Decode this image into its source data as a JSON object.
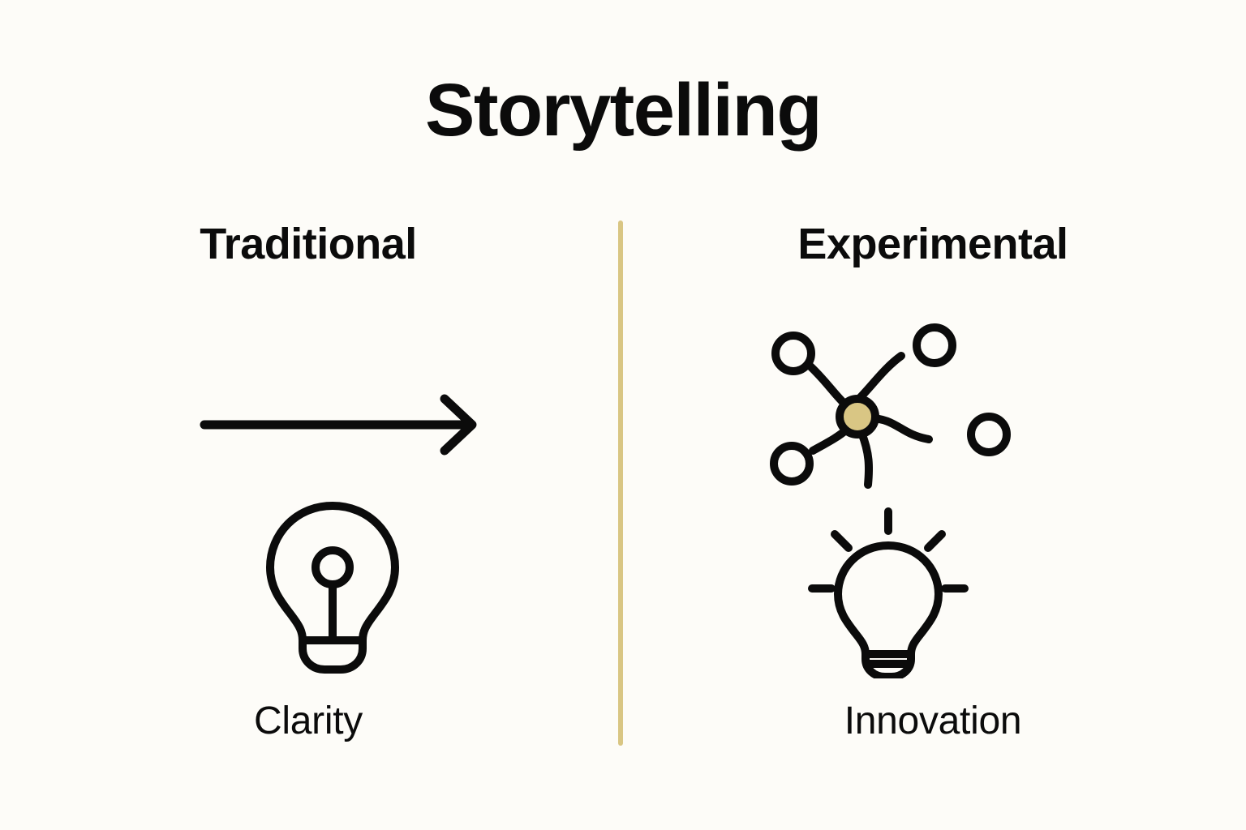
{
  "slide": {
    "title": "Storytelling",
    "background_color": "#FDFCF8",
    "text_color": "#0B0B0B",
    "accent_color": "#D9C684"
  },
  "divider": {
    "orientation": "vertical",
    "color": "#D9C684"
  },
  "columns": [
    {
      "id": "traditional",
      "heading": "Traditional",
      "caption": "Clarity",
      "icons": [
        {
          "name": "arrow-right-icon",
          "description": "straight horizontal arrow pointing right"
        },
        {
          "name": "lightbulb-icon",
          "description": "outline light bulb with filament"
        }
      ]
    },
    {
      "id": "experimental",
      "heading": "Experimental",
      "caption": "Innovation",
      "icons": [
        {
          "name": "network-nodes-icon",
          "description": "central gold hub node linked to four outer circle nodes",
          "hub_fill": "#D9C684"
        },
        {
          "name": "lightbulb-glowing-icon",
          "description": "light bulb emitting five rays of light"
        }
      ]
    }
  ]
}
